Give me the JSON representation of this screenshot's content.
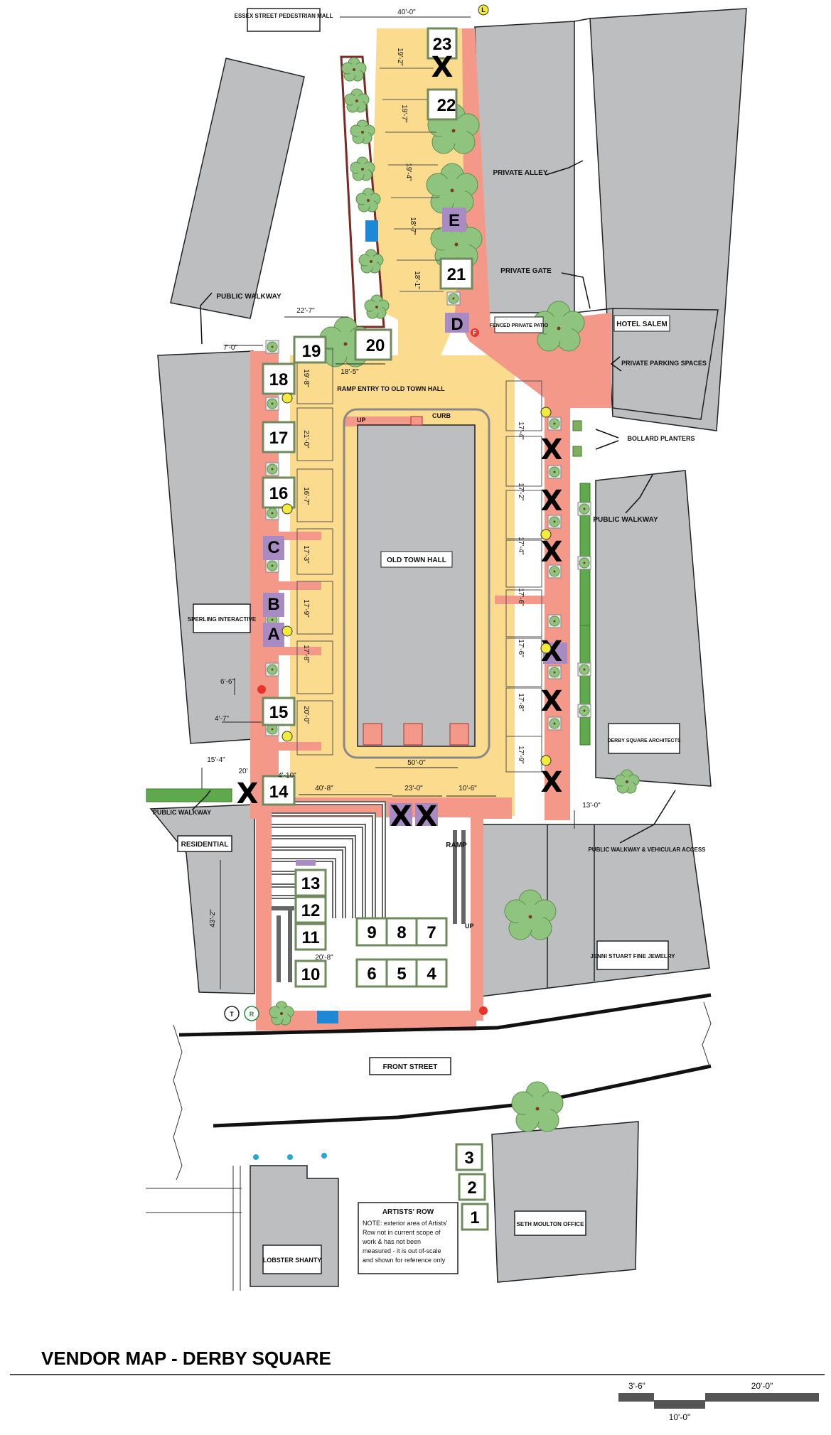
{
  "title": "VENDOR MAP - DERBY SQUARE",
  "places": {
    "essex": "ESSEX STREET PEDESTRIAN MALL",
    "private_alley": "PRIVATE ALLEY",
    "private_gate": "PRIVATE GATE",
    "fenced_patio": "FENCED PRIVATE PATIO",
    "hotel_salem": "HOTEL SALEM",
    "private_parking": "PRIVATE PARKING SPACES",
    "public_walkway": "PUBLIC WALKWAY",
    "ramp_entry": "RAMP ENTRY TO OLD TOWN HALL",
    "curb": "CURB",
    "up": "UP",
    "bollard_planters": "BOLLARD PLANTERS",
    "old_town_hall": "OLD TOWN HALL",
    "sperling": "SPERLING INTERACTIVE",
    "derby_architects": "DERBY SQUARE ARCHITECTS",
    "residential": "RESIDENTIAL",
    "ramp": "RAMP",
    "public_walkway_vehicular": "PUBLIC WALKWAY & VEHICULAR ACCESS",
    "jenni_stuart": "JENNI STUART FINE JEWELRY",
    "front_street": "FRONT STREET",
    "lobster_shanty": "LOBSTER SHANTY",
    "seth_moulton": "SETH MOULTON OFFICE"
  },
  "artists_note": {
    "heading": "ARTISTS' ROW",
    "lines": [
      "NOTE: exterior area of Artists'",
      "Row not in current scope of",
      "work & has not been",
      "measured - it is out of-scale",
      "and shown for reference only"
    ]
  },
  "stalls": {
    "s23": "23",
    "s22": "22",
    "s21": "21",
    "s20": "20",
    "s19": "19",
    "s18": "18",
    "s17": "17",
    "s16": "16",
    "s15": "15",
    "s14": "14",
    "s13": "13",
    "s12": "12",
    "s11": "11",
    "s10": "10",
    "s9": "9",
    "s8": "8",
    "s7": "7",
    "s6": "6",
    "s5": "5",
    "s4": "4",
    "s3": "3",
    "s2": "2",
    "s1": "1",
    "sA": "A",
    "sB": "B",
    "sC": "C",
    "sD": "D",
    "sE": "E"
  },
  "unavailable_mark": "X",
  "markers": {
    "L": "L",
    "F": "F",
    "T": "T",
    "R": "R"
  },
  "dimensions": {
    "d1": "40'-0\"",
    "d2": "19'-2\"",
    "d3": "19'-7\"",
    "d4": "19'-4\"",
    "d5": "18'-7\"",
    "d6": "18'-1\"",
    "d7": "22'-7\"",
    "d8": "7'-0\"",
    "d9": "18'-5\"",
    "d10": "19'-8\"",
    "d11": "21'-0\"",
    "d12": "16'-7\"",
    "d13": "17'-3\"",
    "d14": "17'-9\"",
    "d15": "17'-8\"",
    "d16": "20'-0\"",
    "d17": "6'-6\"",
    "d18": "4'-7\"",
    "d19": "15'-4\"",
    "d20": "20'",
    "d21": "4'-10\"",
    "d22": "40'-8\"",
    "d23": "23'-0\"",
    "d24": "10'-6\"",
    "d25": "50'-0\"",
    "d26": "13'-0\"",
    "d27": "17'-4\"",
    "d28": "17'-2\"",
    "d29": "17'-4\"",
    "d30": "17'-6\"",
    "d31": "17'-6\"",
    "d32": "17'-8\"",
    "d33": "17'-9\"",
    "d34": "43'-2\"",
    "d35": "20'-8\""
  },
  "scale": {
    "s1": "3'-6\"",
    "s2": "10'-0\"",
    "s3": "20'-0\""
  },
  "colors": {
    "building": "#bcbec0",
    "plaza": "#fbdc8e",
    "walkway": "#f4998a",
    "stall_border": "#6f8a5d",
    "purple": "#a98bc4",
    "tree": "#8fc47f",
    "loc": "#f4ea3a",
    "fire": "#e8322b"
  }
}
